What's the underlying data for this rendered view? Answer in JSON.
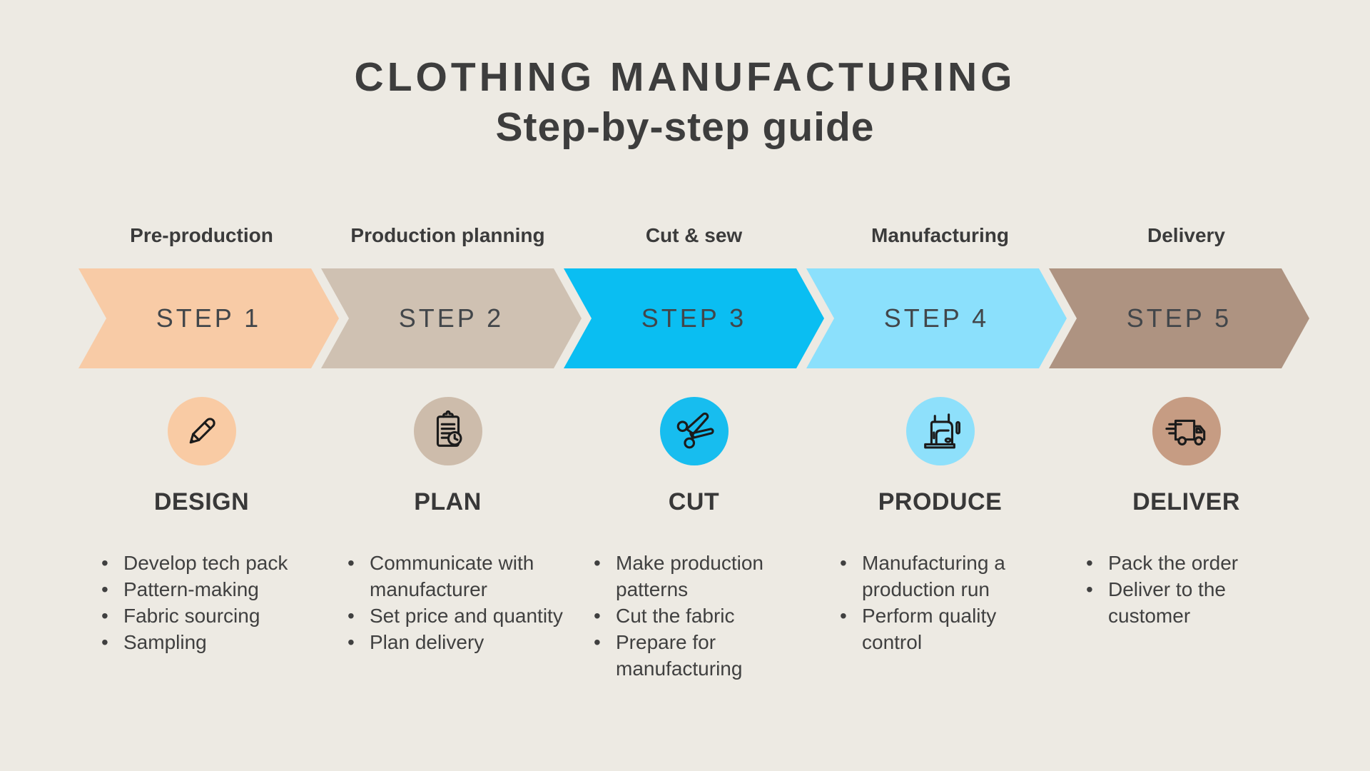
{
  "title": {
    "line1": "CLOTHING MANUFACTURING",
    "line2": "Step-by-step guide"
  },
  "steps": [
    {
      "phase_label": "Pre-production",
      "step_label": "STEP 1",
      "heading": "DESIGN",
      "icon": "pencil-icon",
      "bullets": [
        "Develop tech pack",
        "Pattern-making",
        "Fabric sourcing",
        "Sampling"
      ],
      "colors": {
        "arrow": "#F8CBA6",
        "icon_bg": "#F9CBA4"
      }
    },
    {
      "phase_label": "Production planning",
      "step_label": "STEP 2",
      "heading": "PLAN",
      "icon": "clipboard-clock-icon",
      "bullets": [
        "Communicate with manufacturer",
        "Set price and quantity",
        "Plan delivery"
      ],
      "colors": {
        "arrow": "#CFC1B2",
        "icon_bg": "#CDBCAB"
      }
    },
    {
      "phase_label": "Cut & sew",
      "step_label": "STEP 3",
      "heading": "CUT",
      "icon": "scissors-icon",
      "bullets": [
        "Make production patterns",
        "Cut the fabric",
        "Prepare for manufacturing"
      ],
      "colors": {
        "arrow": "#0ABEF2",
        "icon_bg": "#17BDEF"
      }
    },
    {
      "phase_label": "Manufacturing",
      "step_label": "STEP 4",
      "heading": "PRODUCE",
      "icon": "sewing-machine-icon",
      "bullets": [
        "Manufacturing a production run",
        "Perform quality control"
      ],
      "colors": {
        "arrow": "#8BE0FC",
        "icon_bg": "#8EE0FB"
      }
    },
    {
      "phase_label": "Delivery",
      "step_label": "STEP 5",
      "heading": "DELIVER",
      "icon": "delivery-truck-icon",
      "bullets": [
        "Pack the order",
        "Deliver to the customer"
      ],
      "colors": {
        "arrow": "#AE9381",
        "icon_bg": "#C69C83"
      }
    }
  ],
  "palette": {
    "background": "#EDEAE3",
    "title_text": "#3D3D3D",
    "body_text": "#404040",
    "step_text": "#42464A"
  }
}
